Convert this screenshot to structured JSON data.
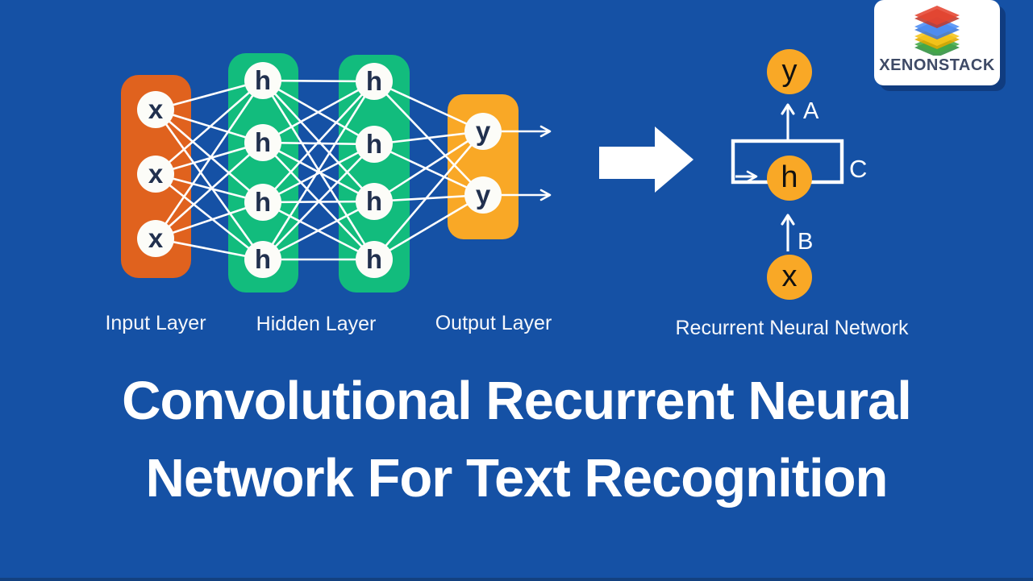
{
  "logo": {
    "text": "XENONSTACK",
    "icon": "layers-stack-icon"
  },
  "mlp": {
    "input_label": "Input Layer",
    "hidden_label": "Hidden Layer",
    "output_label": "Output Layer",
    "input_nodes": [
      "x",
      "x",
      "x"
    ],
    "hidden1_nodes": [
      "h",
      "h",
      "h",
      "h"
    ],
    "hidden2_nodes": [
      "h",
      "h",
      "h",
      "h"
    ],
    "output_nodes": [
      "y",
      "y"
    ]
  },
  "rnn": {
    "label": "Recurrent Neural Network",
    "output_node": "y",
    "hidden_node": "h",
    "input_node": "x",
    "arrow_a_label": "A",
    "arrow_b_label": "B",
    "arrow_c_label": "C"
  },
  "title": {
    "line1": "Convolutional Recurrent Neural",
    "line2": "Network For Text Recognition"
  },
  "colors": {
    "background": "#1551A5",
    "input_layer": "#E0621E",
    "hidden_layer": "#12BC7D",
    "output_layer": "#F9A826",
    "rnn_node": "#F9A826",
    "node_fill": "#FCFCF8",
    "mlp_node_text": "#21304E",
    "rnn_node_text": "#111111",
    "diagram_lines": "#FFFFFF",
    "title_text": "#FFFFFF",
    "logo_text": "#3E4A66",
    "logo_layers": [
      "#E54430",
      "#4C8DF5",
      "#F6C51C",
      "#43A847"
    ]
  }
}
